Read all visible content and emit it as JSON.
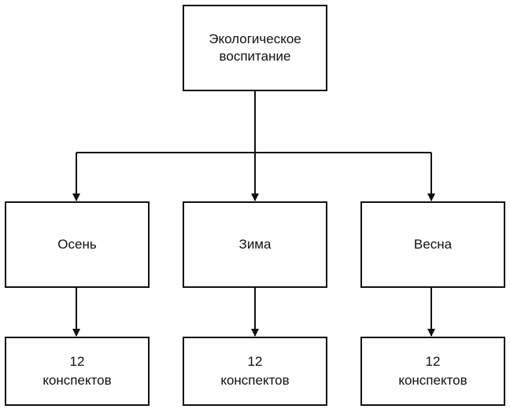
{
  "root": {
    "line1": "Экологическое",
    "line2": "воспитание"
  },
  "seasons": [
    {
      "label": "Осень",
      "count": "12",
      "unit": "конспектов"
    },
    {
      "label": "Зима",
      "count": "12",
      "unit": "конспектов"
    },
    {
      "label": "Весна",
      "count": "12",
      "unit": "конспектов"
    }
  ],
  "colors": {
    "stroke": "#111111",
    "background": "#ffffff"
  }
}
